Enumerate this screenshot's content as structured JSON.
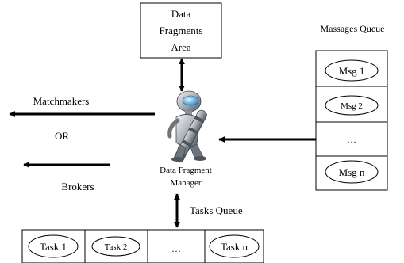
{
  "fragments_area": {
    "line1": "Data",
    "line2": "Fragments",
    "line3": "Area"
  },
  "messages_queue": {
    "title": "Massages Queue",
    "items": [
      "Msg 1",
      "Msg 2",
      "…",
      "Msg n"
    ]
  },
  "left_side": {
    "matchmakers": "Matchmakers",
    "or": "OR",
    "brokers": "Brokers"
  },
  "manager": {
    "line1": "Data Fragment",
    "line2": "Manager",
    "icon": "robot-icon"
  },
  "tasks_queue": {
    "title": "Tasks Queue",
    "items": [
      "Task 1",
      "Task 2",
      "…",
      "Task n"
    ]
  }
}
